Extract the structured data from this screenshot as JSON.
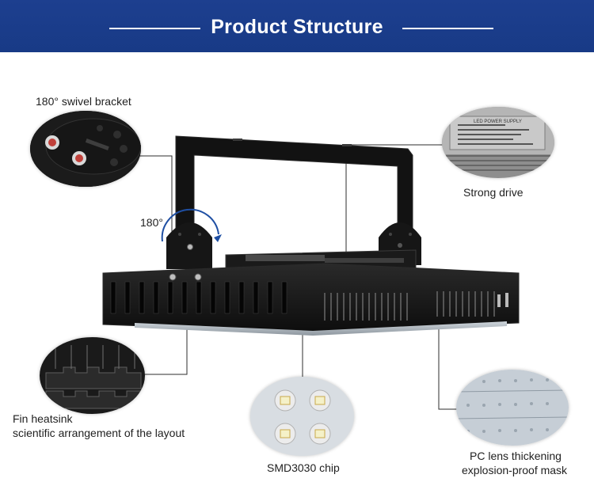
{
  "header": {
    "title": "Product Structure",
    "background": "#1d3f8f"
  },
  "callouts": {
    "bracket": "180° swivel bracket",
    "drive": "Strong drive",
    "heatsink_line1": "Fin heatsink",
    "heatsink_line2": "scientific arrangement of the layout",
    "chip": "SMD3030 chip",
    "lens_line1": "PC lens thickening",
    "lens_line2": "explosion-proof mask"
  },
  "rotation_label": "180°",
  "power_supply_label": "LED POWER SUPPLY",
  "colors": {
    "fixture": "#151515",
    "leader_line": "#2c2c2c",
    "rotation_arrow": "#1f4fa3"
  }
}
